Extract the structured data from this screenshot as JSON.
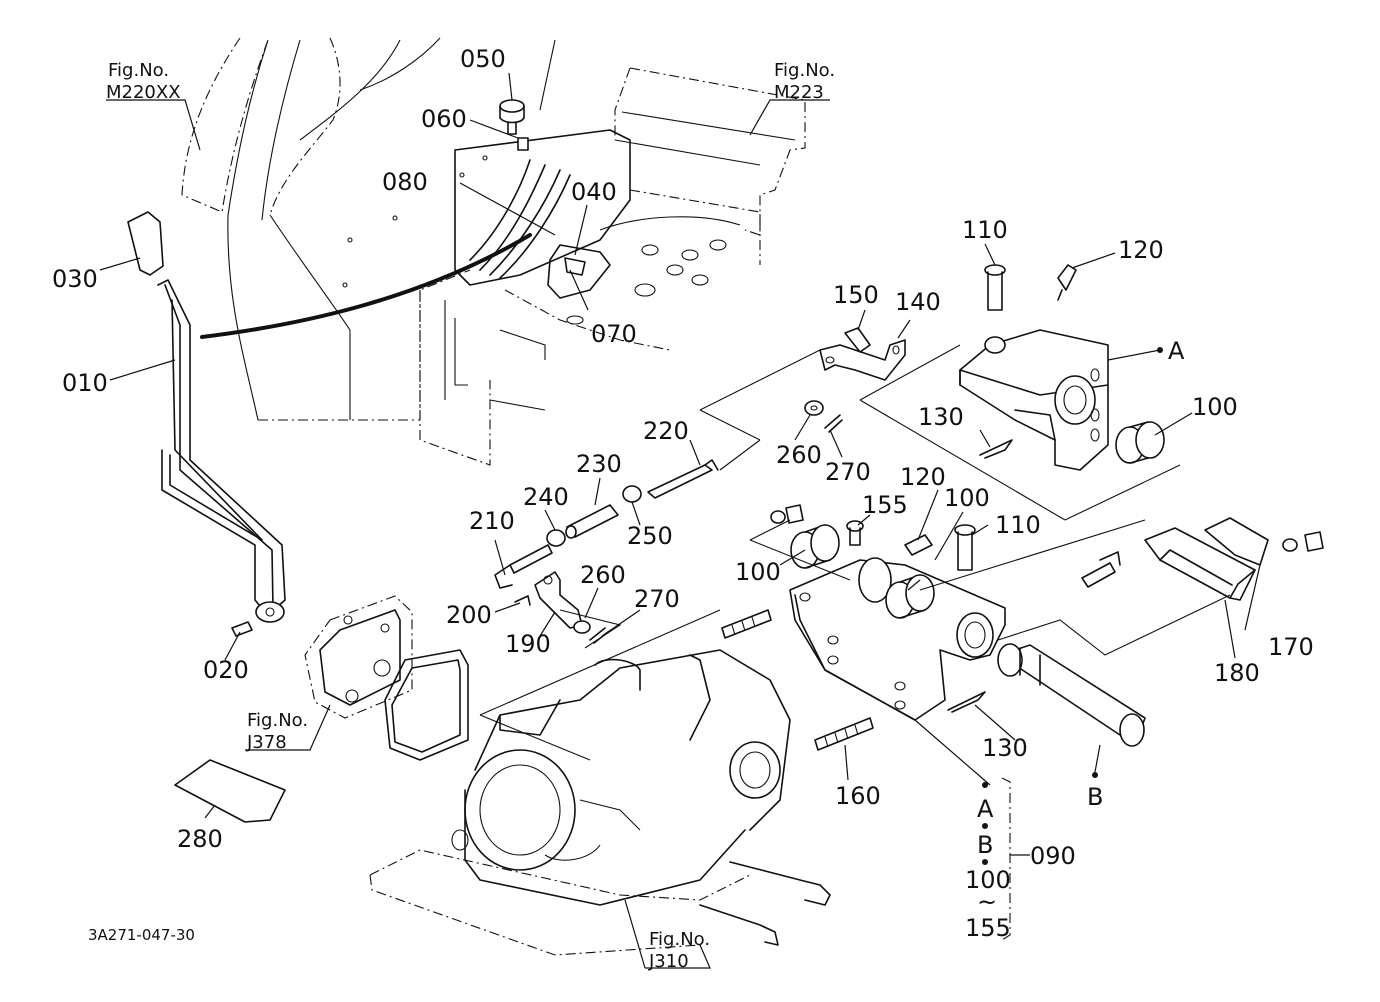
{
  "labels": {
    "p010": "010",
    "p020": "020",
    "p030": "030",
    "p040": "040",
    "p050": "050",
    "p060": "060",
    "p070": "070",
    "p080": "080",
    "p090": "090",
    "p100a": "100",
    "p100b": "100",
    "p100c": "100",
    "p100d": "100",
    "p110a": "110",
    "p110b": "110",
    "p120a": "120",
    "p120b": "120",
    "p130a": "130",
    "p130b": "130",
    "p140": "140",
    "p150": "150",
    "p155": "155",
    "p160": "160",
    "p170": "170",
    "p180": "180",
    "p190": "190",
    "p200": "200",
    "p210": "210",
    "p220": "220",
    "p230": "230",
    "p240": "240",
    "p250": "250",
    "p260a": "260",
    "p260b": "260",
    "p270a": "270",
    "p270b": "270",
    "p280": "280"
  },
  "markers": {
    "a_top": "A",
    "b_right": "B",
    "stack_a": "A",
    "stack_b": "B",
    "stack_100": "100",
    "stack_tilde": "~",
    "stack_155": "155"
  },
  "fig_refs": {
    "m220xx_title": "Fig.No.",
    "m220xx_code": "M220XX",
    "m223_title": "Fig.No.",
    "m223_code": "M223",
    "j378_title": "Fig.No.",
    "j378_code": "J378",
    "j310_title": "Fig.No.",
    "j310_code": "J310"
  },
  "diagram_code": "3A271-047-30"
}
